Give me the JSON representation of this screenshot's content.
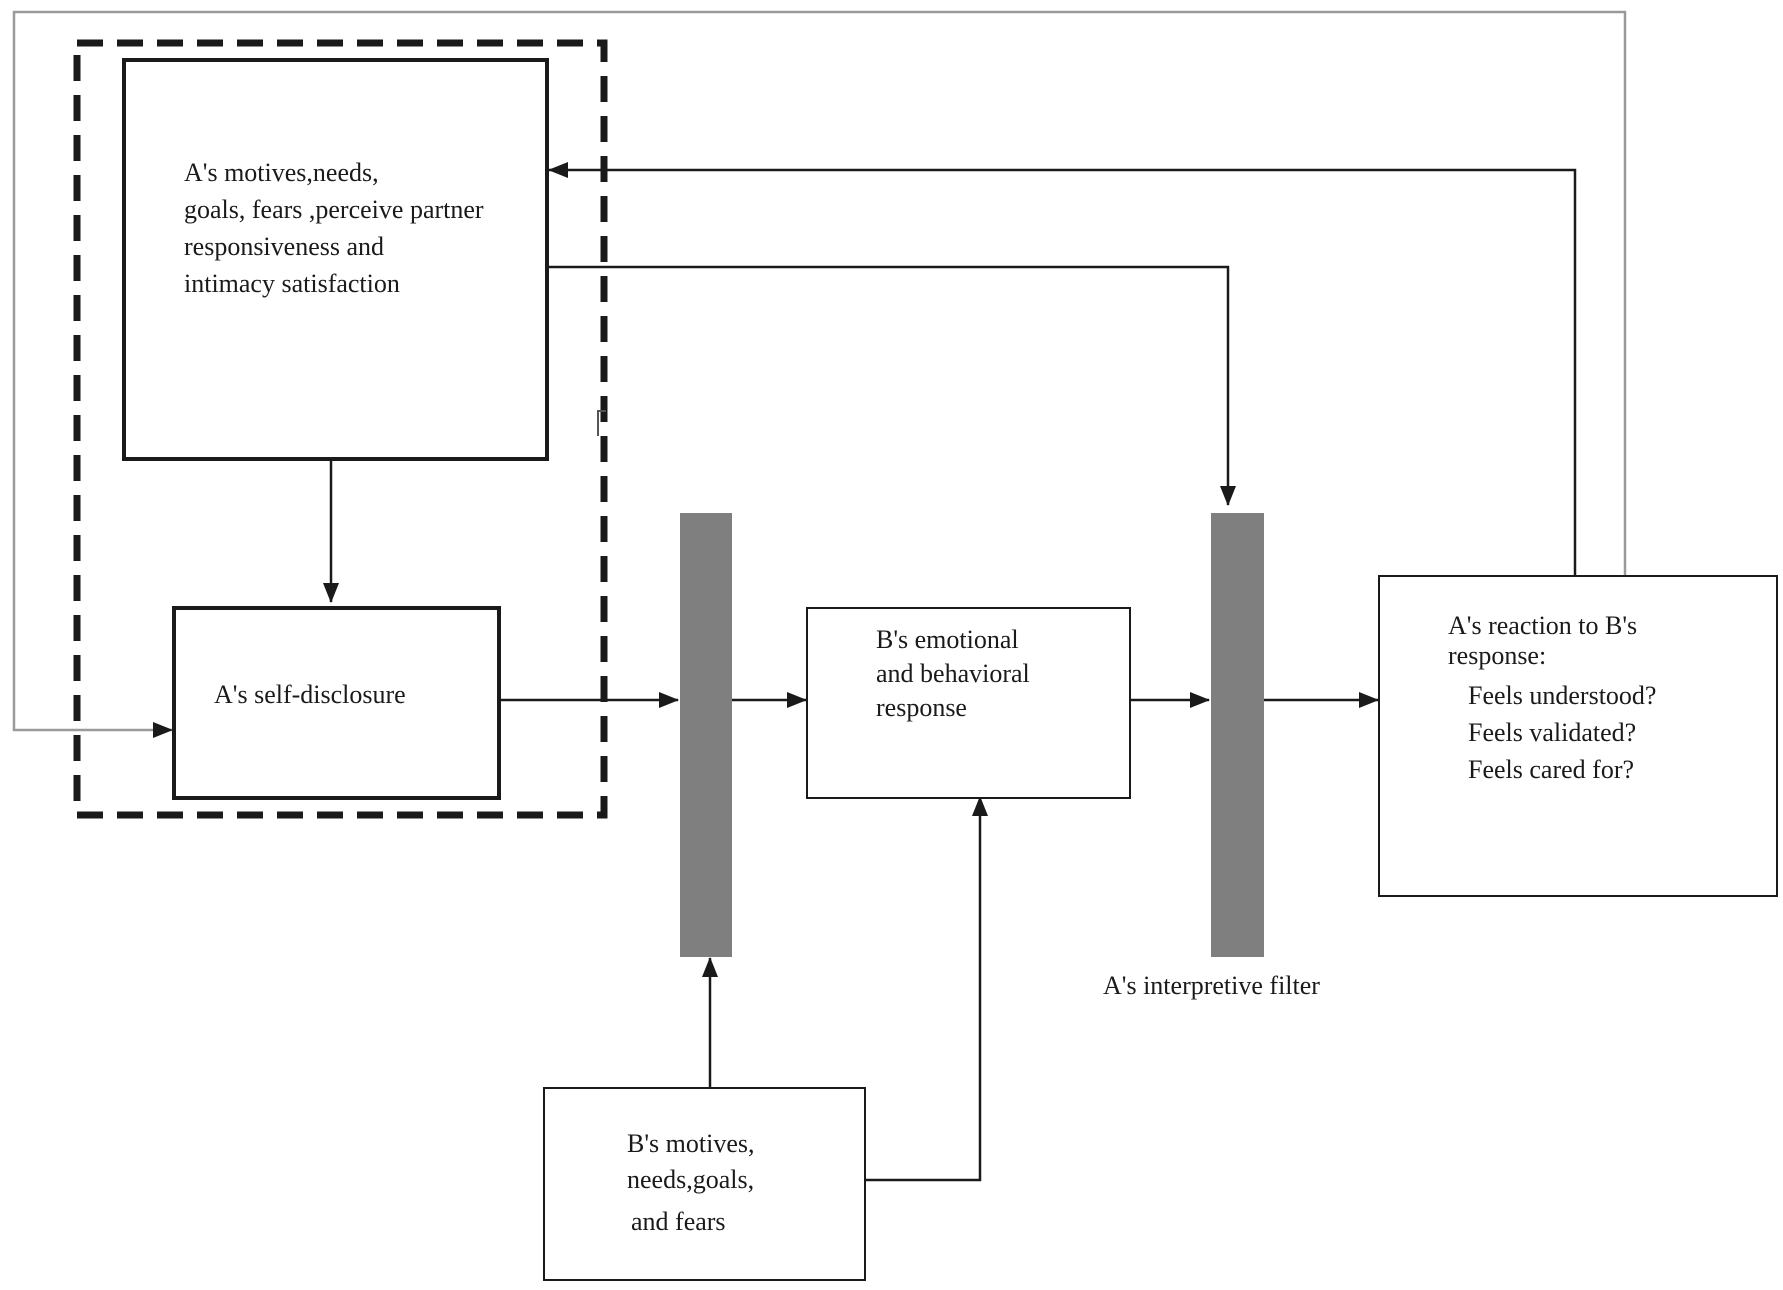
{
  "a_inner_state": {
    "lines": [
      "A's motives,needs,",
      "goals, fears ,perceive partner",
      "responsiveness and",
      "intimacy satisfaction"
    ]
  },
  "a_self_disclosure": {
    "label": "A's self-disclosure"
  },
  "b_response": {
    "lines": [
      "B's emotional",
      "and behavioral",
      "response"
    ]
  },
  "a_reaction": {
    "title_lines": [
      "A's reaction to B's",
      "response:"
    ],
    "items": [
      "Feels understood?",
      "Feels validated?",
      "Feels cared for?"
    ]
  },
  "b_motives": {
    "lines": [
      "B's  motives,",
      "needs,goals,",
      "and fears"
    ]
  },
  "interpretive_filter": {
    "label": "A's interpretive filter"
  },
  "colors": {
    "line": "#1a1a1a",
    "filter_bar": "#7f7f7f",
    "outer_feedback_line": "#9a9a9a"
  }
}
